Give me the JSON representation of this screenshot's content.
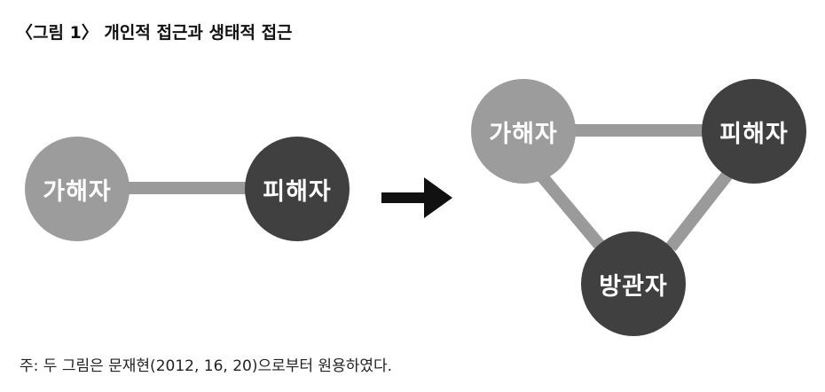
{
  "figure": {
    "caption": "〈그림 1〉 개인적 접근과 생태적 접근",
    "note": "주: 두 그림은 문재현(2012, 16, 20)으로부터 원용하였다."
  },
  "individual_approach": {
    "offender_label": "가해자",
    "victim_label": "피해자"
  },
  "ecological_approach": {
    "offender_label": "가해자",
    "victim_label": "피해자",
    "bystander_label": "방관자"
  },
  "colors": {
    "offender": "#9c9c9c",
    "victim": "#404040",
    "bystander": "#404040",
    "connector": "#9a9a9a",
    "arrow": "#111111"
  }
}
